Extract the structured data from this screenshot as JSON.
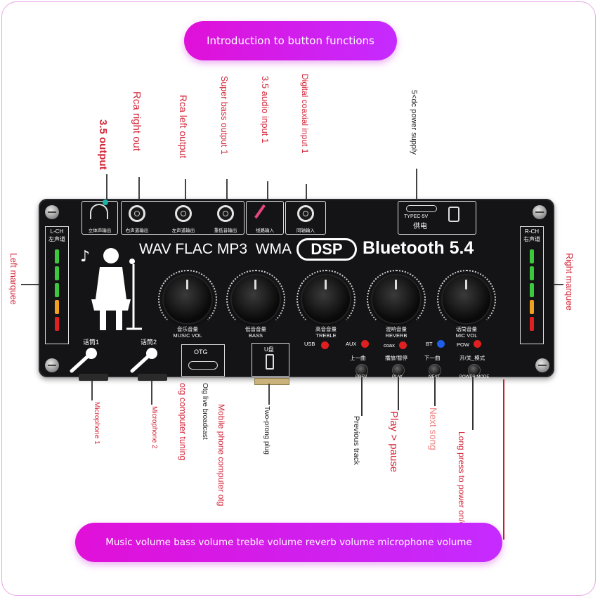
{
  "title": "Introduction to button functions",
  "bottom_banner": "Music volume bass volume treble volume reverb volume microphone volume",
  "device": {
    "brand_formats": "WAV FLAC MP3  WMA",
    "dsp": "DSP",
    "bluetooth": "Bluetooth 5.4",
    "lch": "L-CH",
    "lch_cn": "左声道",
    "rch": "R-CH",
    "rch_cn": "右声道",
    "typec_label": "TYPEC-5V",
    "typec_cn": "供电",
    "otg": "OTG",
    "udisk": "U盘",
    "mic1": "话筒1",
    "mic2": "话筒2",
    "jacks": [
      {
        "label": "立体声输出"
      },
      {
        "label": "右声道输出"
      },
      {
        "label": "左声道输出"
      },
      {
        "label": "重低音输出"
      },
      {
        "label": "线路输入"
      },
      {
        "label": "同轴输入"
      }
    ],
    "knobs": [
      {
        "cn": "音乐音量",
        "en": "MUSIC VOL"
      },
      {
        "cn": "低音音量",
        "en": "BASS"
      },
      {
        "cn": "高音音量",
        "en": "TREBLE"
      },
      {
        "cn": "混响音量",
        "en": "REVERB"
      },
      {
        "cn": "话筒音量",
        "en": "MIC VOL"
      }
    ],
    "indicators": {
      "usb": "USB",
      "aux": "AUX",
      "coax": "coax",
      "bt": "BT",
      "pow": "POW"
    },
    "buttons": [
      {
        "cn": "上一曲",
        "en": "PREV"
      },
      {
        "cn": "播放/暂停",
        "en": "PLAY"
      },
      {
        "cn": "下一曲",
        "en": "NEXT"
      },
      {
        "cn": "开/关_模式",
        "en": "POWER MODE"
      }
    ]
  },
  "callouts": {
    "out35": "3.5 output",
    "rca_right": "Rca right out",
    "rca_left": "Rca left output",
    "super_bass": "Super bass output 1",
    "audio_in": "3.5 audio input 1",
    "coax_in": "Digital coaxial input 1",
    "power": "5<dc power supply",
    "left_marquee": "Left marquee",
    "right_marquee": "Right marquee",
    "mic1": "Microphone 1",
    "mic2": "Microphone 2",
    "otg_tuning": "otg computer tuning",
    "otg_live": "Otg live broadcast",
    "mobile_otg": "Mobile phone computer otg",
    "two_prong": "Two-prong plug",
    "prev_track": "Previous track",
    "play_pause": "Play > pause",
    "next_song": "Next song",
    "long_press": "Long press to power on/off"
  },
  "colors": {
    "accent": "#d61fd6",
    "callout_red": "#d4263a",
    "led_green": "#3cc83c",
    "led_orange": "#f0a020",
    "led_red": "#e02020"
  }
}
